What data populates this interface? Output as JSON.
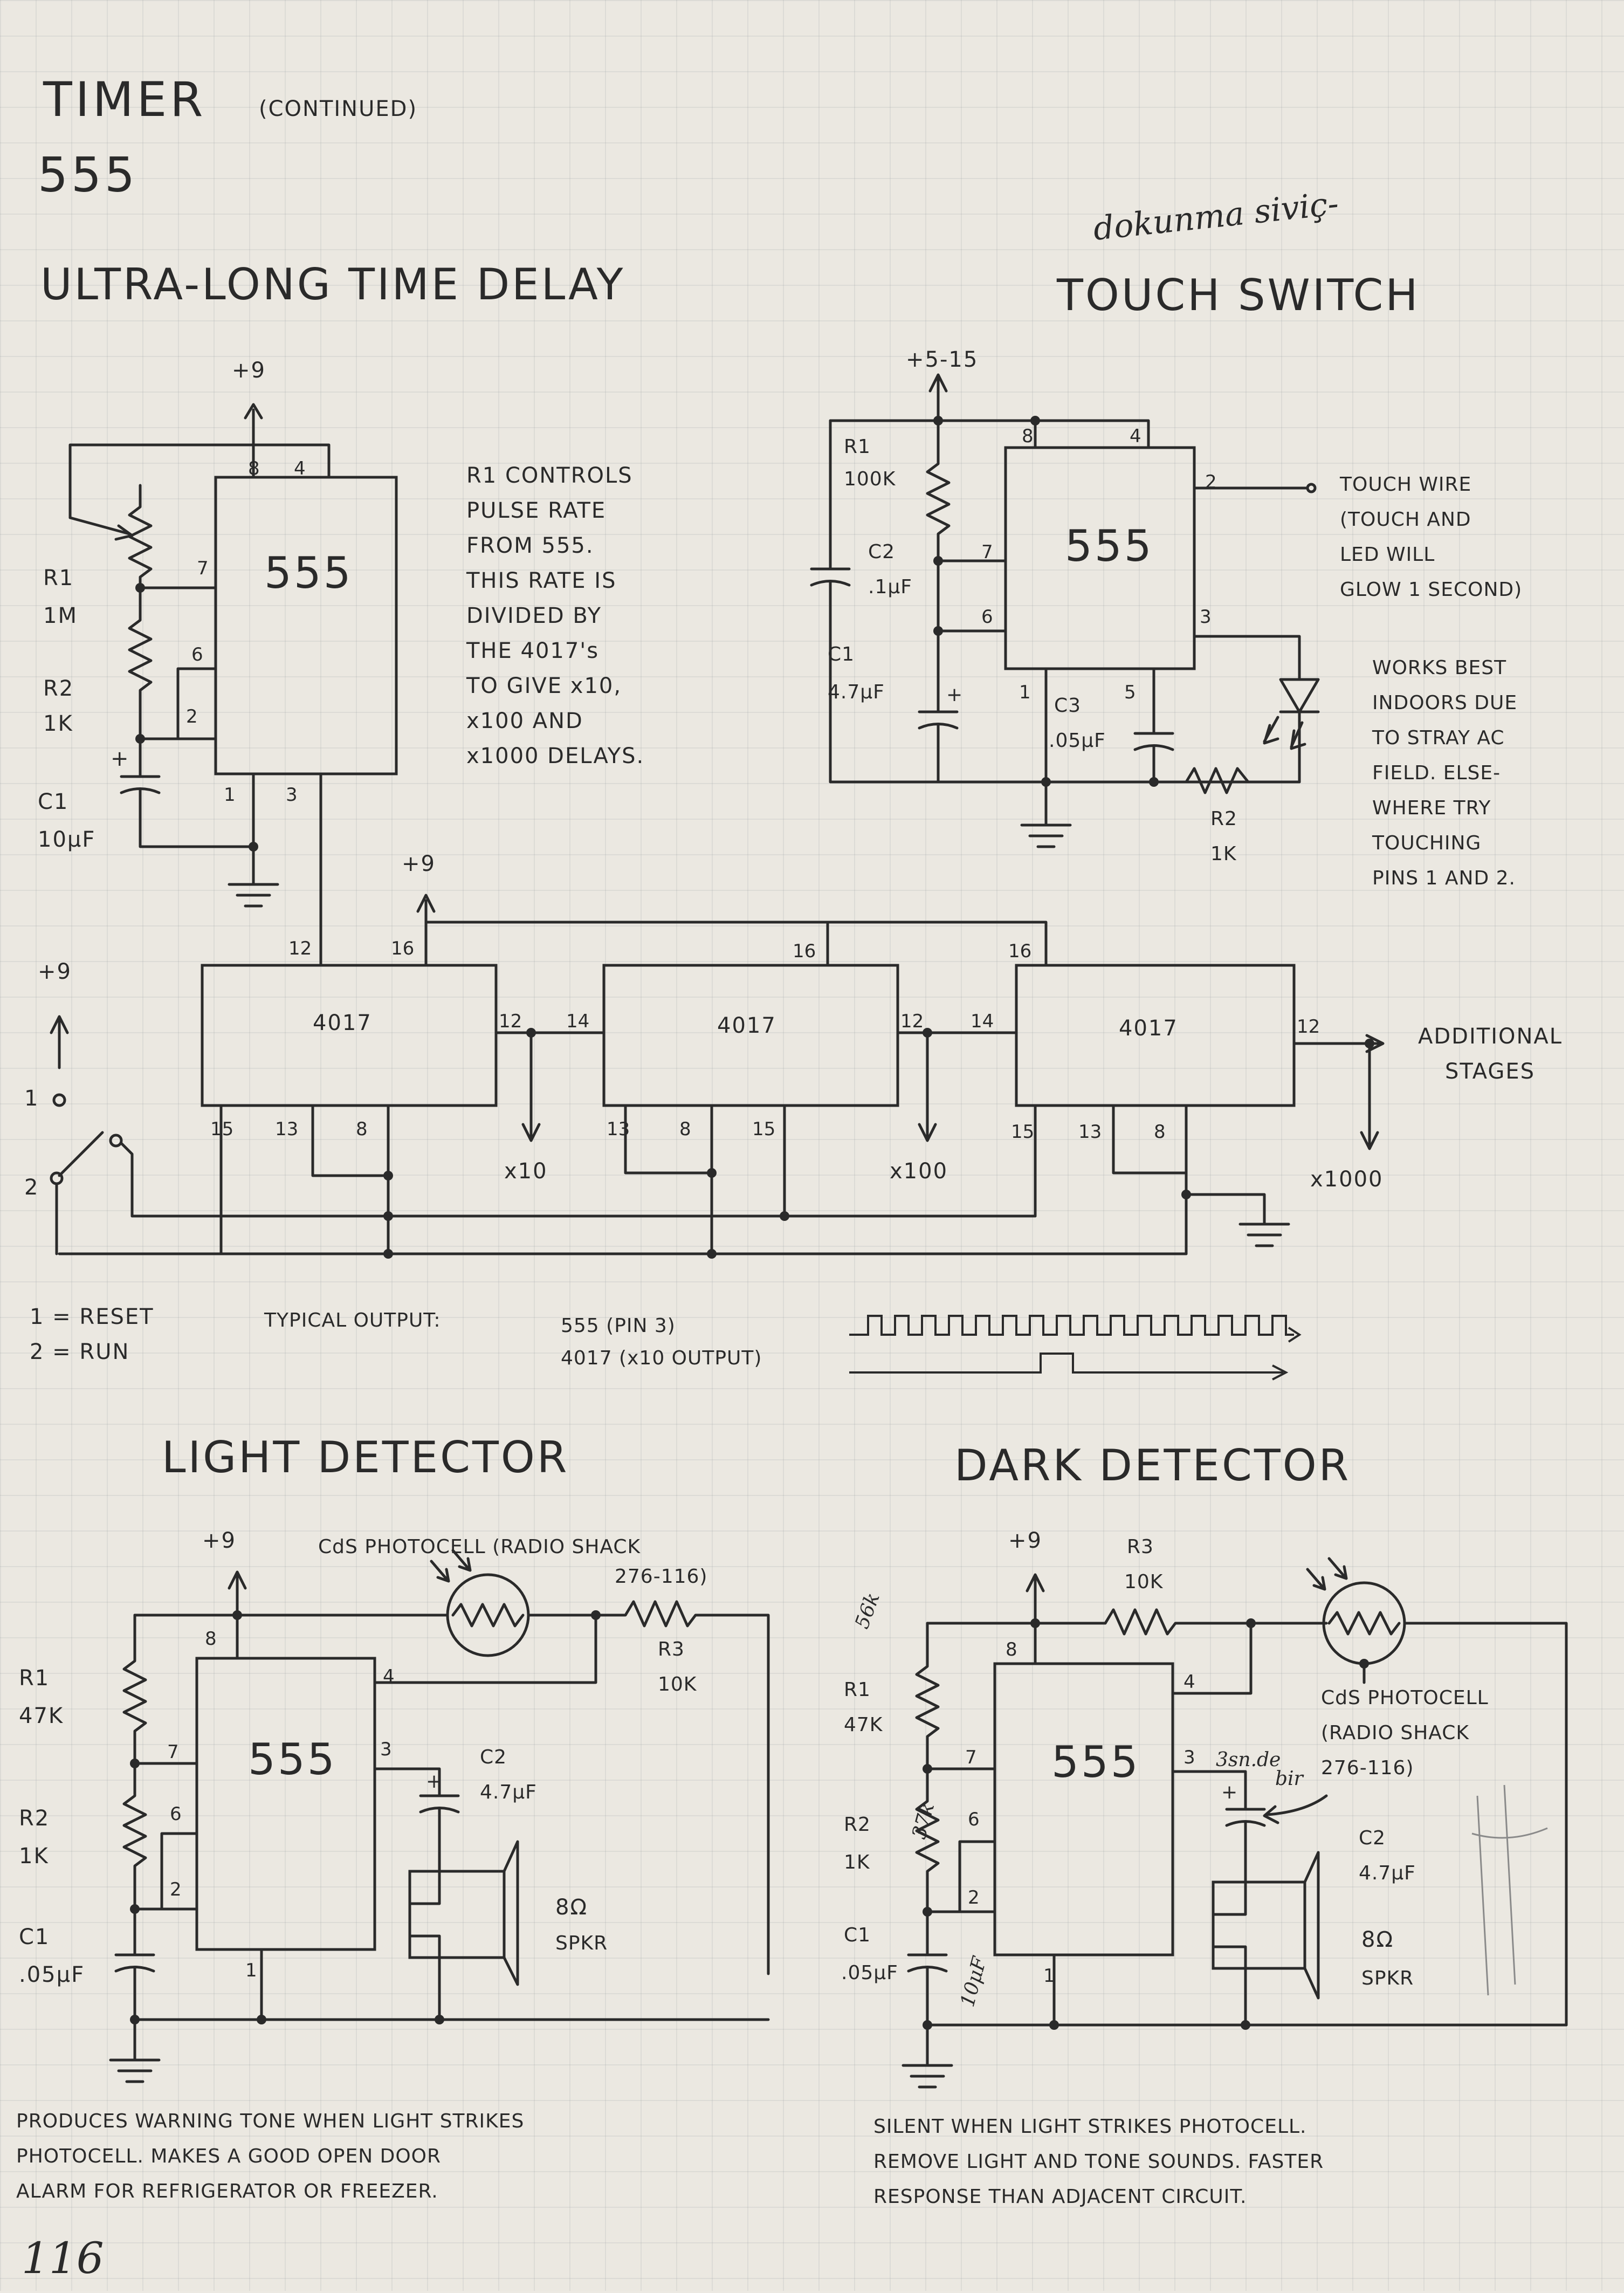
{
  "header": {
    "title": "TIMER",
    "title_suffix": "(CONTINUED)",
    "subtitle": "555",
    "page_number": "116",
    "handwritten_note": "dokunma siviç-"
  },
  "ultra_long": {
    "title": "ULTRA-LONG TIME DELAY",
    "supply": "+9",
    "supply2": "+9",
    "r1": "R1",
    "r1_val": "1M",
    "r2": "R2",
    "r2_val": "1K",
    "c1": "C1",
    "c1_val": "10μF",
    "ic": "555",
    "counter": "4017",
    "note": [
      "R1 CONTROLS",
      "PULSE RATE",
      "FROM 555.",
      "THIS RATE IS",
      "DIVIDED BY",
      "THE 4017's",
      "TO GIVE x10,",
      "x100 AND",
      "x1000 DELAYS."
    ],
    "out_x10": "x10",
    "out_x100": "x100",
    "out_x1000": "x1000",
    "additional": [
      "ADDITIONAL",
      "STAGES"
    ],
    "switch_supply": "+9",
    "legend_reset": "1 = RESET",
    "legend_run": "2 = RUN",
    "typical_output": "TYPICAL OUTPUT:",
    "out_555": "555 (PIN 3)",
    "out_4017": "4017 (x10 OUTPUT)"
  },
  "touch": {
    "title": "TOUCH SWITCH",
    "supply": "+5-15",
    "r1": "R1",
    "r1_val": "100K",
    "c2": "C2",
    "c2_val": ".1μF",
    "c1": "C1",
    "c1_val": "4.7μF",
    "c3": "C3",
    "c3_val": ".05μF",
    "r2": "R2",
    "r2_val": "1K",
    "ic": "555",
    "note1": [
      "TOUCH WIRE",
      "(TOUCH AND",
      "LED WILL",
      "GLOW 1 SECOND)"
    ],
    "note2": [
      "WORKS BEST",
      "INDOORS DUE",
      "TO STRAY AC",
      "FIELD. ELSE-",
      "WHERE TRY",
      "TOUCHING",
      "PINS 1 AND 2."
    ]
  },
  "light": {
    "title": "LIGHT DETECTOR",
    "supply": "+9",
    "photocell": "CdS PHOTOCELL (RADIO SHACK",
    "photocell2": "276-116)",
    "r1": "R1",
    "r1_val": "47K",
    "r2": "R2",
    "r2_val": "1K",
    "r3": "R3",
    "r3_val": "10K",
    "c1": "C1",
    "c1_val": ".05μF",
    "c2": "C2",
    "c2_val": "4.7μF",
    "spkr": "8Ω",
    "spkr_label": "SPKR",
    "ic": "555",
    "caption": [
      "PRODUCES WARNING TONE WHEN LIGHT STRIKES",
      "PHOTOCELL. MAKES A GOOD OPEN DOOR",
      "ALARM FOR REFRIGERATOR OR FREEZER."
    ]
  },
  "dark": {
    "title": "DARK DETECTOR",
    "supply": "+9",
    "r3": "R3",
    "r3_val": "10K",
    "r1": "R1",
    "r1_val": "47K",
    "r2": "R2",
    "r2_val": "1K",
    "c1": "C1",
    "c1_val": ".05μF",
    "c2": "C2",
    "c2_val": "4.7μF",
    "spkr": "8Ω",
    "spkr_label": "SPKR",
    "photocell": "CdS PHOTOCELL",
    "photocell2": "(RADIO SHACK",
    "photocell3": "276-116)",
    "ic": "555",
    "hand1": "56k",
    "hand2": "37k",
    "hand3": "10μF",
    "hand4": "3sn.de",
    "hand5": "bir",
    "caption": [
      "SILENT WHEN LIGHT STRIKES PHOTOCELL.",
      "REMOVE LIGHT AND TONE SOUNDS. FASTER",
      "RESPONSE THAN ADJACENT CIRCUIT."
    ]
  }
}
